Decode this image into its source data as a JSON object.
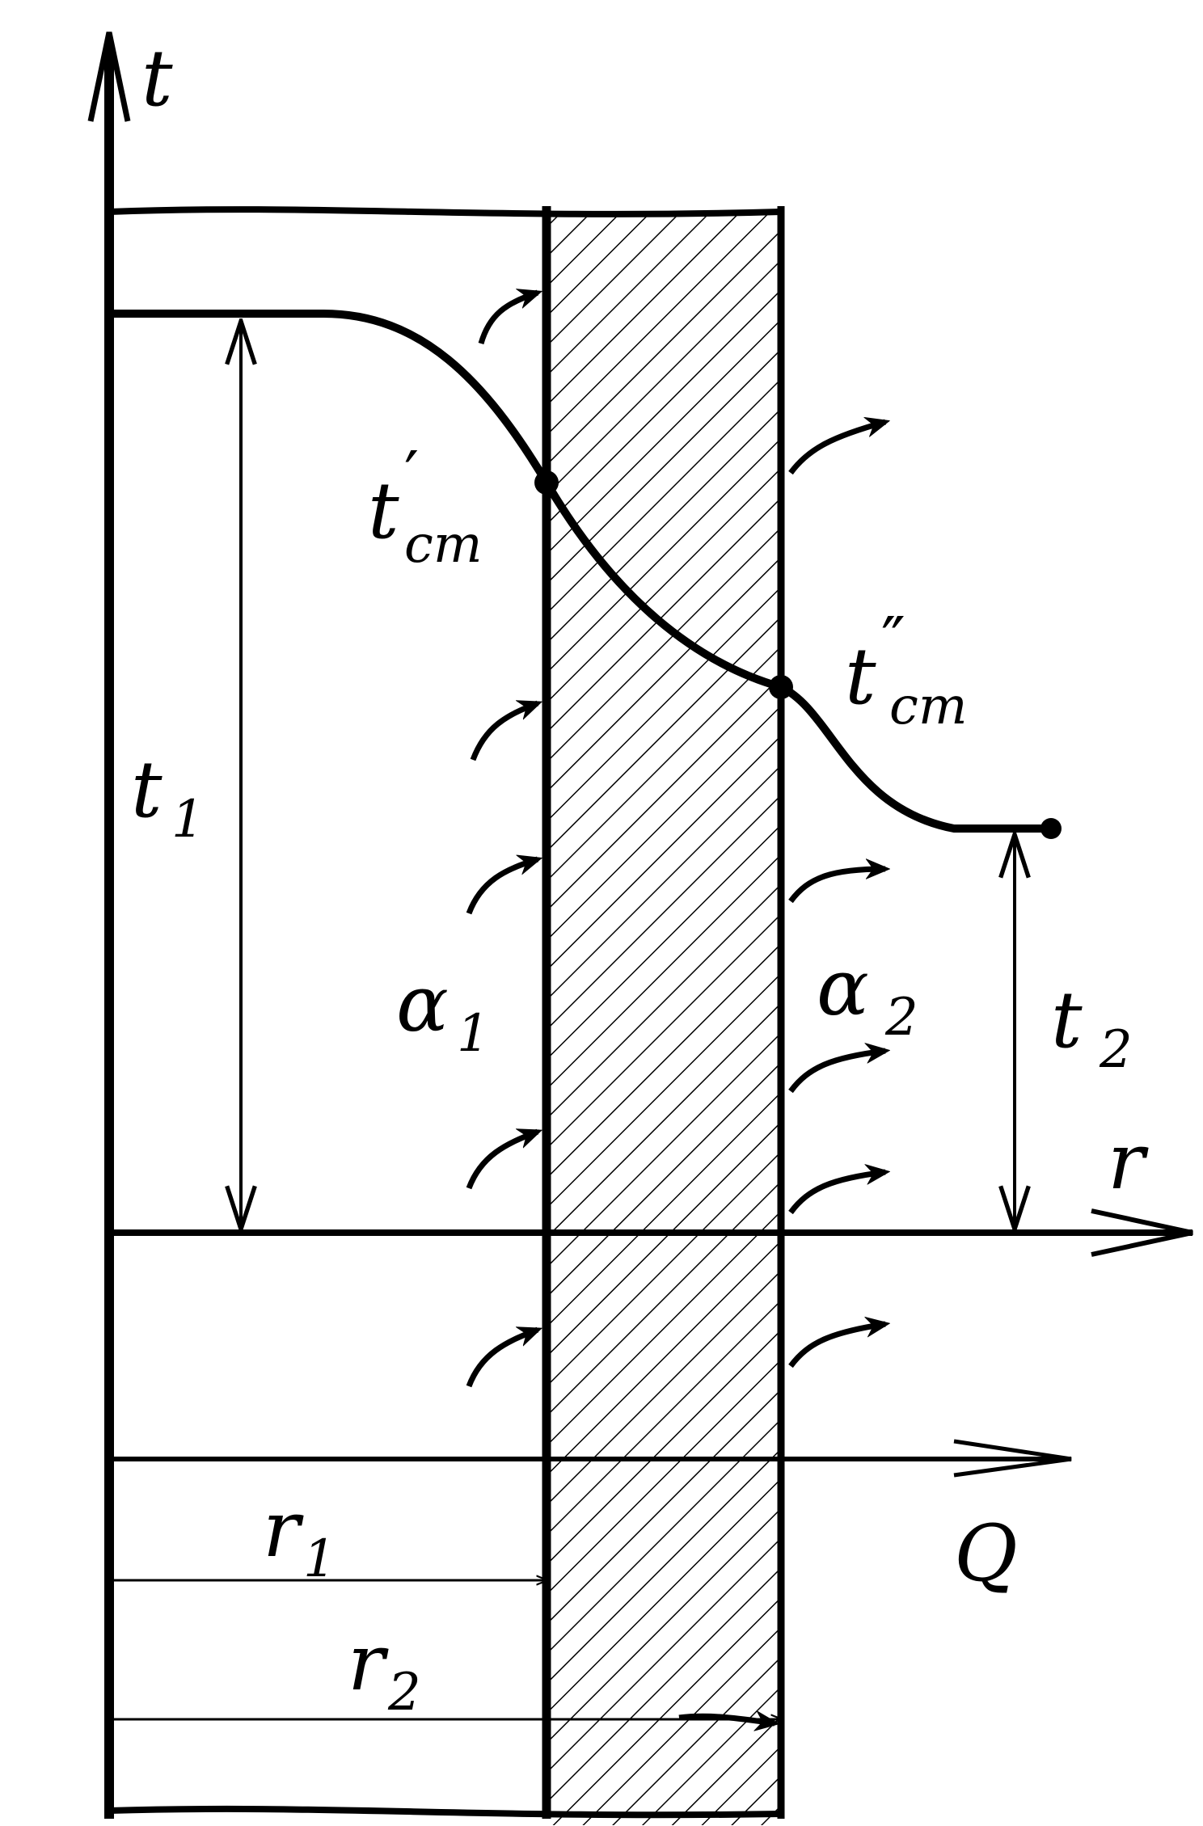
{
  "labels": {
    "t_axis": "t",
    "r_axis": "r",
    "t1_main": "t",
    "t1_sub": "1",
    "t2_main": "t",
    "t2_sub": "2",
    "tst1_main": "t",
    "tst1_prime": "′",
    "tst1_sub": "ст",
    "tst2_main": "t",
    "tst2_prime": "″",
    "tst2_sub": "ст",
    "alpha1_main": "α",
    "alpha1_sub": "1",
    "alpha2_main": "α",
    "alpha2_sub": "2",
    "r1_main": "r",
    "r1_sub": "1",
    "r2_main": "r",
    "r2_sub": "2",
    "q_label": "Q"
  },
  "colors": {
    "ink": "#000000",
    "background": "#ffffff"
  }
}
